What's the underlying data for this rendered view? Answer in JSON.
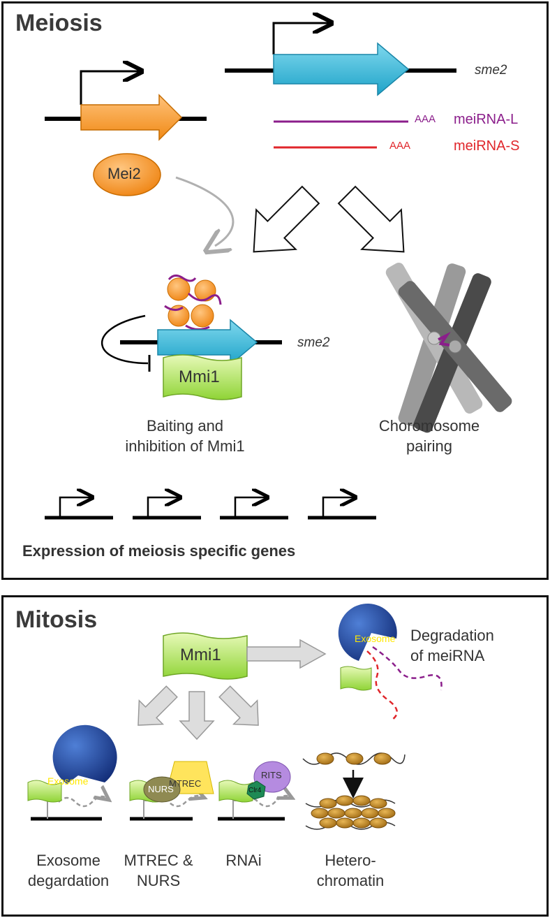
{
  "meiosis": {
    "title": "Meiosis",
    "gene_label_top": "sme2",
    "gene_label_mid": "sme2",
    "mei2_label": "Mei2",
    "meiRNA_L": {
      "polyA": "AAA",
      "label": "meiRNA-L",
      "color": "#8b1e8b"
    },
    "meiRNA_S": {
      "polyA": "AAA",
      "label": "meiRNA-S",
      "color": "#e0262b"
    },
    "mmi1_label": "Mmi1",
    "baiting_caption": "Baiting and inhibition of Mmi1",
    "chromosome_caption": "Choromosome pairing",
    "expression_caption": "Expression of meiosis specific genes"
  },
  "mitosis": {
    "title": "Mitosis",
    "mmi1_label": "Mmi1",
    "exosome_label": "Exosome",
    "degradation_caption": "Degradation of meiRNA",
    "mtrec_label": "MTREC",
    "nurs_label": "NURS",
    "rits_label": "RITS",
    "clr4_label": "Clr4",
    "captions": {
      "exosome": "Exosome degardation",
      "mtrec": "MTREC & NURS",
      "rnai": "RNAi",
      "heterochromatin": "Hetero-chromatin"
    }
  },
  "colors": {
    "orange": "#f7941d",
    "blue": "#2fb5d6",
    "green": "#a8e04c",
    "exosome_blue": "#1f3f99",
    "mtrec_yellow": "#ffe45c",
    "rits_purple": "#b58be0",
    "nucleosome": "#c9922e"
  }
}
